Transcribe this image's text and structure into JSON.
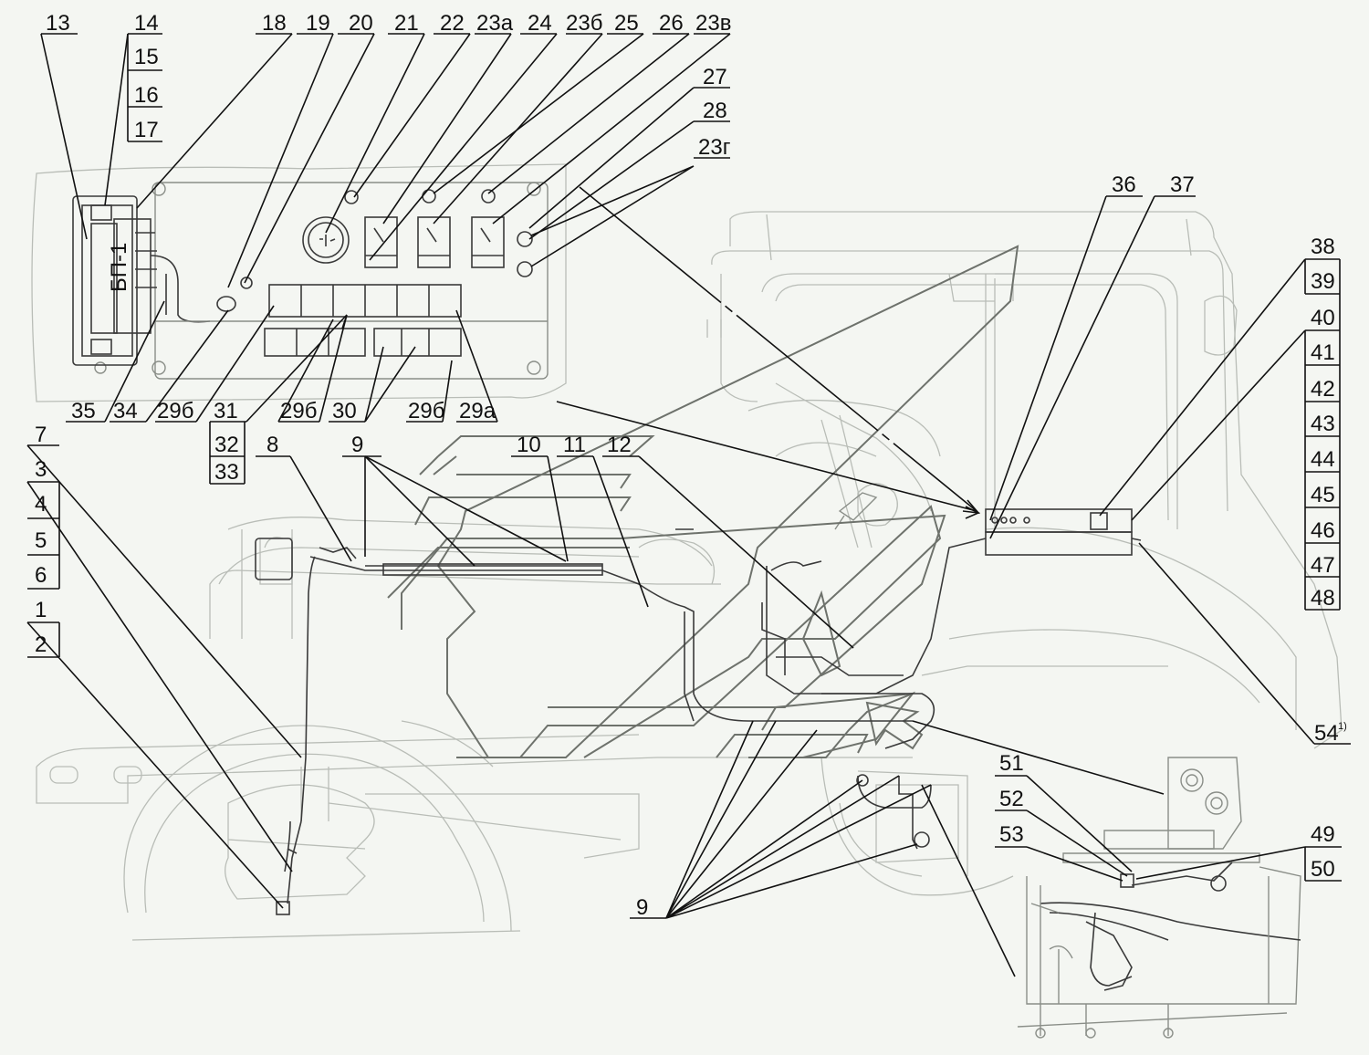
{
  "labels": {
    "l13": "13",
    "l14": "14",
    "l15": "15",
    "l16": "16",
    "l17": "17",
    "l18": "18",
    "l19": "19",
    "l20": "20",
    "l21": "21",
    "l22": "22",
    "l23a": "23а",
    "l24": "24",
    "l23b": "23б",
    "l25": "25",
    "l26": "26",
    "l23v": "23в",
    "l27": "27",
    "l28": "28",
    "l23g": "23г",
    "l35": "35",
    "l34": "34",
    "l29b_1": "29б",
    "l31": "31",
    "l29b_2": "29б",
    "l30": "30",
    "l29b_3": "29б",
    "l29a": "29а",
    "l32": "32",
    "l33": "33",
    "l7": "7",
    "l3": "3",
    "l4": "4",
    "l5": "5",
    "l6": "6",
    "l1": "1",
    "l2": "2",
    "l8": "8",
    "l9_top": "9",
    "l10": "10",
    "l11": "11",
    "l12": "12",
    "l36": "36",
    "l37": "37",
    "l38": "38",
    "l39": "39",
    "l40": "40",
    "l41": "41",
    "l42": "42",
    "l43": "43",
    "l44": "44",
    "l45": "45",
    "l46": "46",
    "l47": "47",
    "l48": "48",
    "l54": "54",
    "l54sup": "1)",
    "l51": "51",
    "l52": "52",
    "l53": "53",
    "l49": "49",
    "l50": "50",
    "l9_bottom": "9",
    "module_code": "БП-1"
  },
  "colors": {
    "background": "#f4f6f2",
    "ghost_lines": "#b9bdb7",
    "arrows": "#6e726c",
    "leaders": "#111111"
  }
}
